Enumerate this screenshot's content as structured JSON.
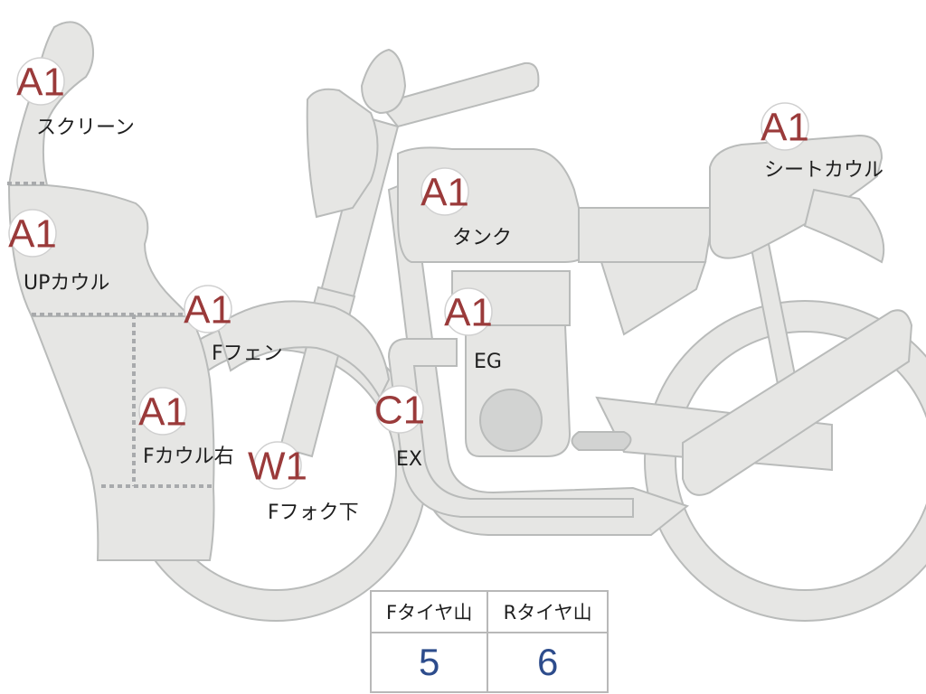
{
  "colors": {
    "body_fill": "#e6e6e4",
    "body_stroke": "#b9bbba",
    "badge_text": "#9a3a3a",
    "tread_value": "#2d4c8c"
  },
  "parts": [
    {
      "id": "screen",
      "code": "A1",
      "label": "スクリーン"
    },
    {
      "id": "seat-cowl",
      "code": "A1",
      "label": "シートカウル"
    },
    {
      "id": "tank",
      "code": "A1",
      "label": "タンク"
    },
    {
      "id": "up-cowl",
      "code": "A1",
      "label": "UPカウル"
    },
    {
      "id": "front-fender",
      "code": "A1",
      "label": "Fフェン"
    },
    {
      "id": "engine",
      "code": "A1",
      "label": "EG"
    },
    {
      "id": "front-cowl-right",
      "code": "A1",
      "label": "Fカウル右"
    },
    {
      "id": "exhaust",
      "code": "C1",
      "label": "EX"
    },
    {
      "id": "front-fork-lower",
      "code": "W1",
      "label": "Fフォク下"
    }
  ],
  "tire_table": {
    "headers": [
      "Fタイヤ山",
      "Rタイヤ山"
    ],
    "values": [
      "5",
      "6"
    ]
  }
}
